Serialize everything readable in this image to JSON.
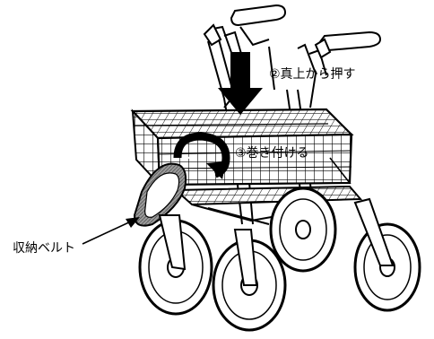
{
  "labels": {
    "push": "②真上から押す",
    "wrap": "③巻き付ける",
    "belt": "収納ベルト"
  },
  "colors": {
    "ink": "#000000",
    "paper": "#ffffff",
    "belt_fill": "#8a8a8a"
  },
  "icons": [
    "down-arrow-icon",
    "curved-arrow-icon",
    "pointer-arrow-icon"
  ]
}
